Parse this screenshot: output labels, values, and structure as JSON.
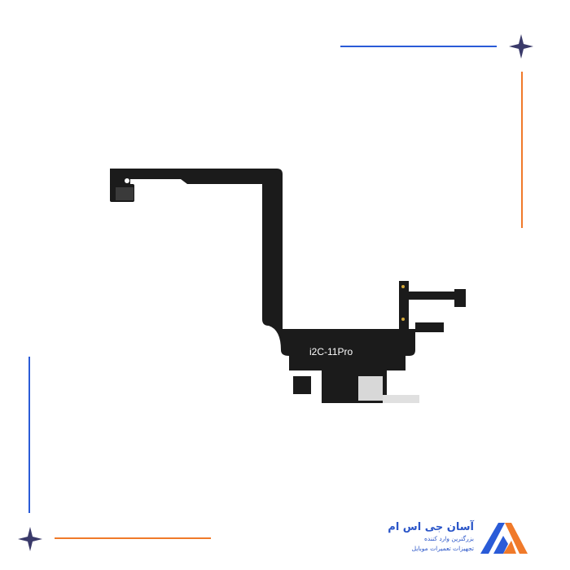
{
  "product": {
    "label": "i2C-11Pro"
  },
  "brand": {
    "name": "آسان جی اس ام",
    "tagline1": "بزرگترین وارد کننده",
    "tagline2": "تجهیزات تعمیرات موبایل"
  },
  "colors": {
    "blue": "#2a5bd7",
    "orange": "#f07a2a",
    "navy": "#3a3a6a",
    "cable": "#1b1b1b"
  }
}
